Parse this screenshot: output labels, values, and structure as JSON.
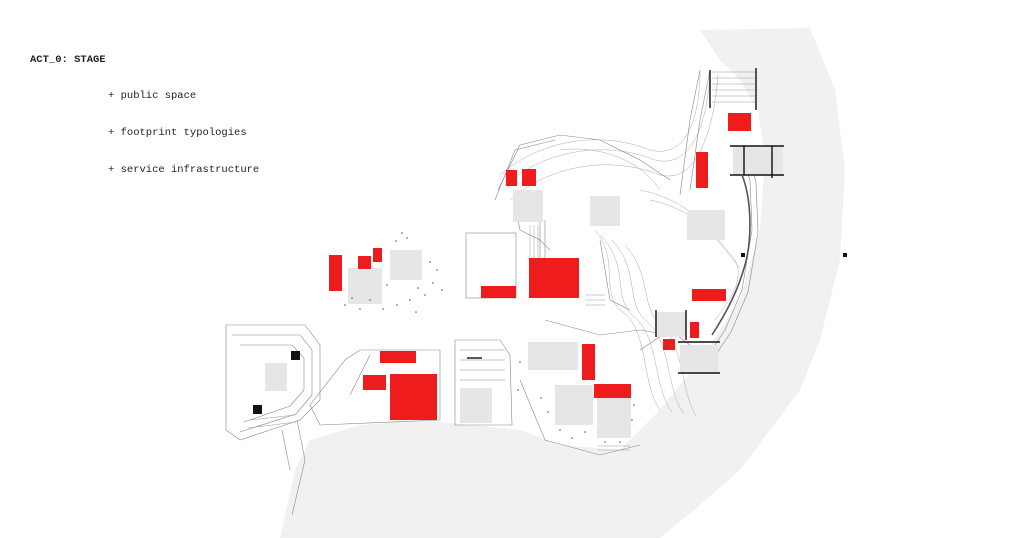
{
  "legend": {
    "title": "ACT_0: STAGE",
    "items": [
      "+ public space",
      "+ footprint typologies",
      "+ service infrastructure"
    ]
  },
  "colors": {
    "footprint": "#ee1c1c",
    "public_space": "#e6e6e6",
    "terrain": "#f1f1f1",
    "service": "#111111",
    "linework": "#888888"
  }
}
